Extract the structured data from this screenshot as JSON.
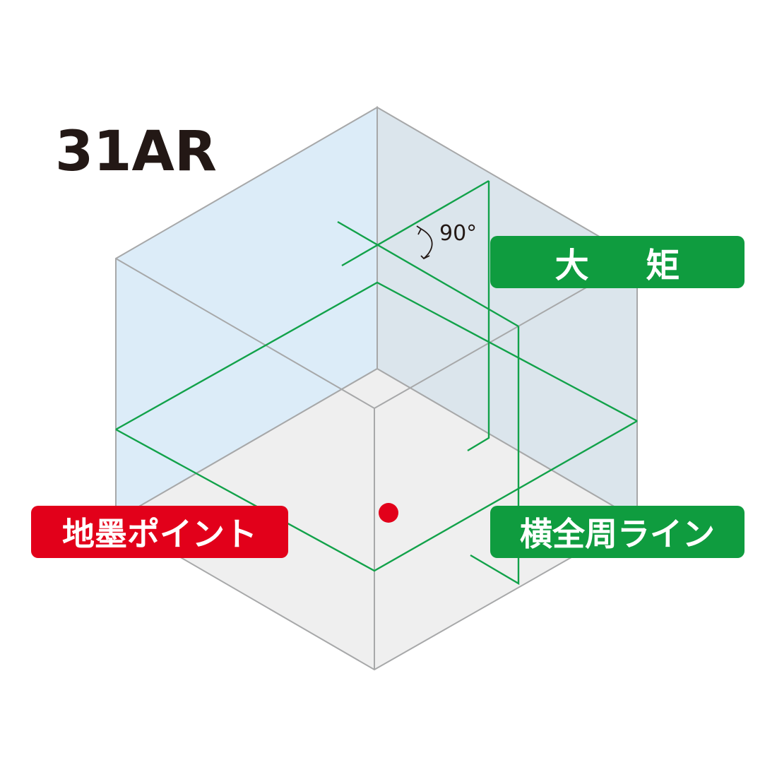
{
  "model": "31AR",
  "angle_label": "90°",
  "labels": {
    "plumb_line": "大 矩",
    "ground_point": "地墨ポイント",
    "horizontal_line": "横全周ライン"
  },
  "colors": {
    "text": "#231815",
    "green_line": "#12a24a",
    "green_label": "#0f9c3f",
    "red_label": "#e2001a",
    "red_point": "#e2001a",
    "cube_edge": "#9fa0a0",
    "wall_left": "#dcecf8",
    "wall_right": "#dbe5ec",
    "floor": "#efefef"
  }
}
